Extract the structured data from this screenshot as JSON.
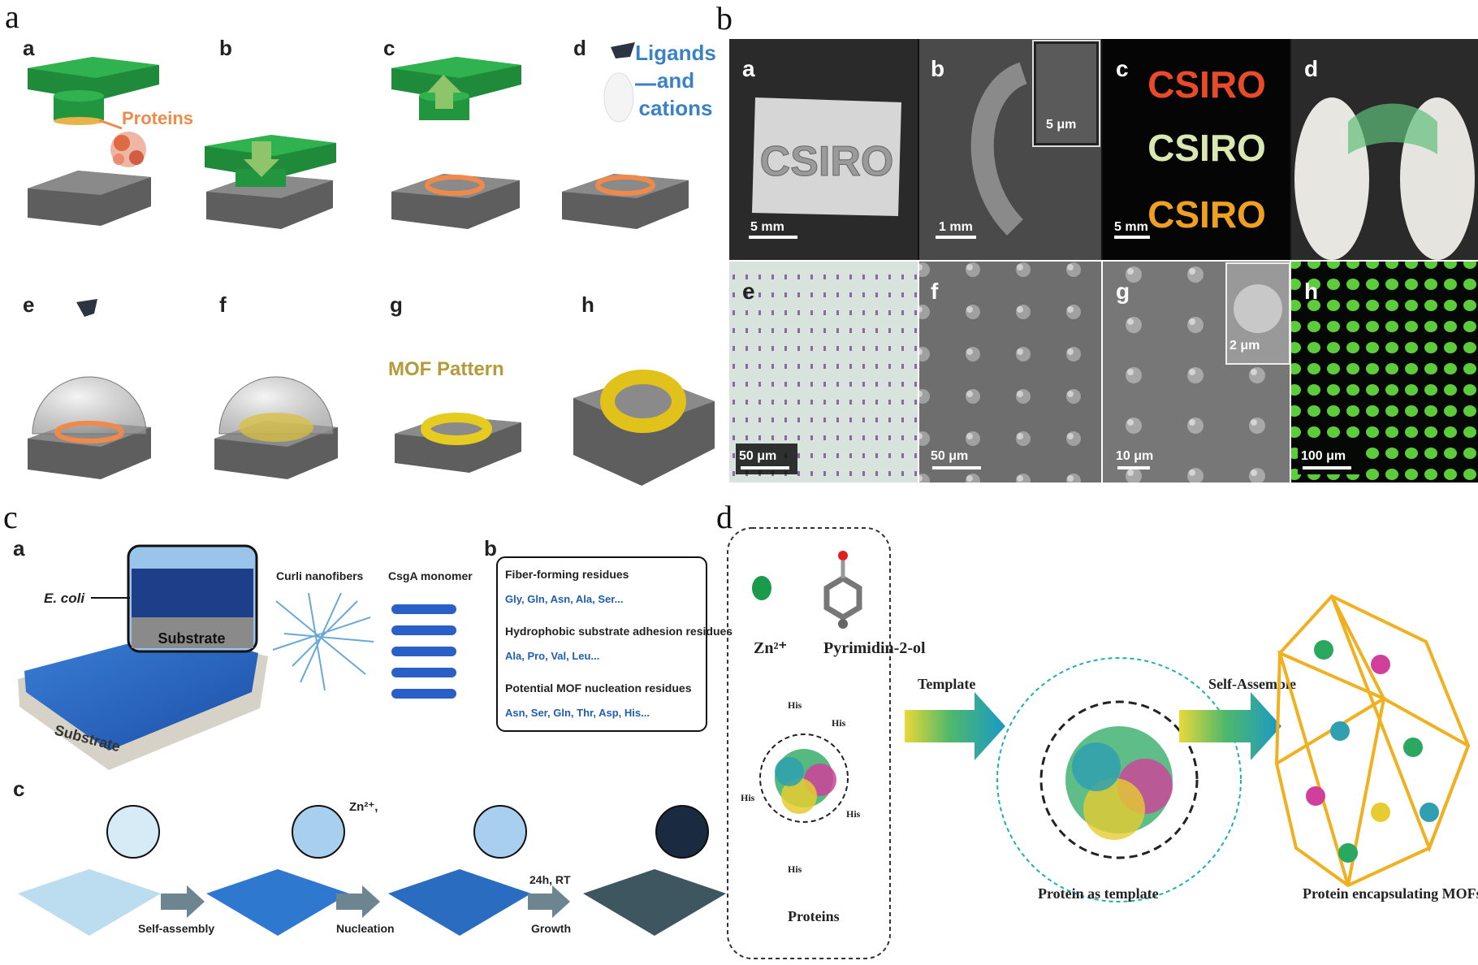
{
  "quadrants": {
    "a": "a",
    "b": "b",
    "c": "c",
    "d": "d"
  },
  "qa": {
    "panels": [
      "a",
      "b",
      "c",
      "d",
      "e",
      "f",
      "g",
      "h"
    ],
    "proteins_label": "Proteins",
    "ligands_label": [
      "Ligands",
      "and",
      "cations"
    ],
    "mof_pattern_label": "MOF Pattern"
  },
  "qb": {
    "panels": [
      "a",
      "b",
      "c",
      "d",
      "e",
      "f",
      "g",
      "h"
    ],
    "csiro": "CSIRO",
    "scale_bars": [
      "5 mm",
      "1 mm",
      "5 mm",
      "50 μm",
      "50 μm",
      "10 μm",
      "100 μm"
    ],
    "inset_scales": [
      "5 μm",
      "2 μm"
    ]
  },
  "qc": {
    "panels": [
      "a",
      "b",
      "c"
    ],
    "ecoli": "E. coli",
    "substrate": "Substrate",
    "curli": "Curli nanofibers",
    "csga": "CsgA monomer",
    "box": [
      {
        "title": "Fiber-forming residues",
        "residues": "Gly, Gln, Asn, Ala, Ser..."
      },
      {
        "title": "Hydrophobic substrate adhesion residues",
        "residues": "Ala, Pro, Val, Leu..."
      },
      {
        "title": "Potential MOF nucleation residues",
        "residues": "Asn, Ser, Gln, Thr, Asp, His..."
      }
    ],
    "steps": [
      "Self-assembly",
      "Nucleation",
      "Growth"
    ],
    "zn": "Zn²⁺,",
    "time": "24h, RT"
  },
  "qd": {
    "zn": "Zn²⁺",
    "pyr": "Pyrimidin-2-ol",
    "his": "His",
    "proteins": "Proteins",
    "template": "Template",
    "self_assemble": "Self-Assemble",
    "protein_template": "Protein as template",
    "protein_mof": "Protein encapsulating MOFs"
  }
}
